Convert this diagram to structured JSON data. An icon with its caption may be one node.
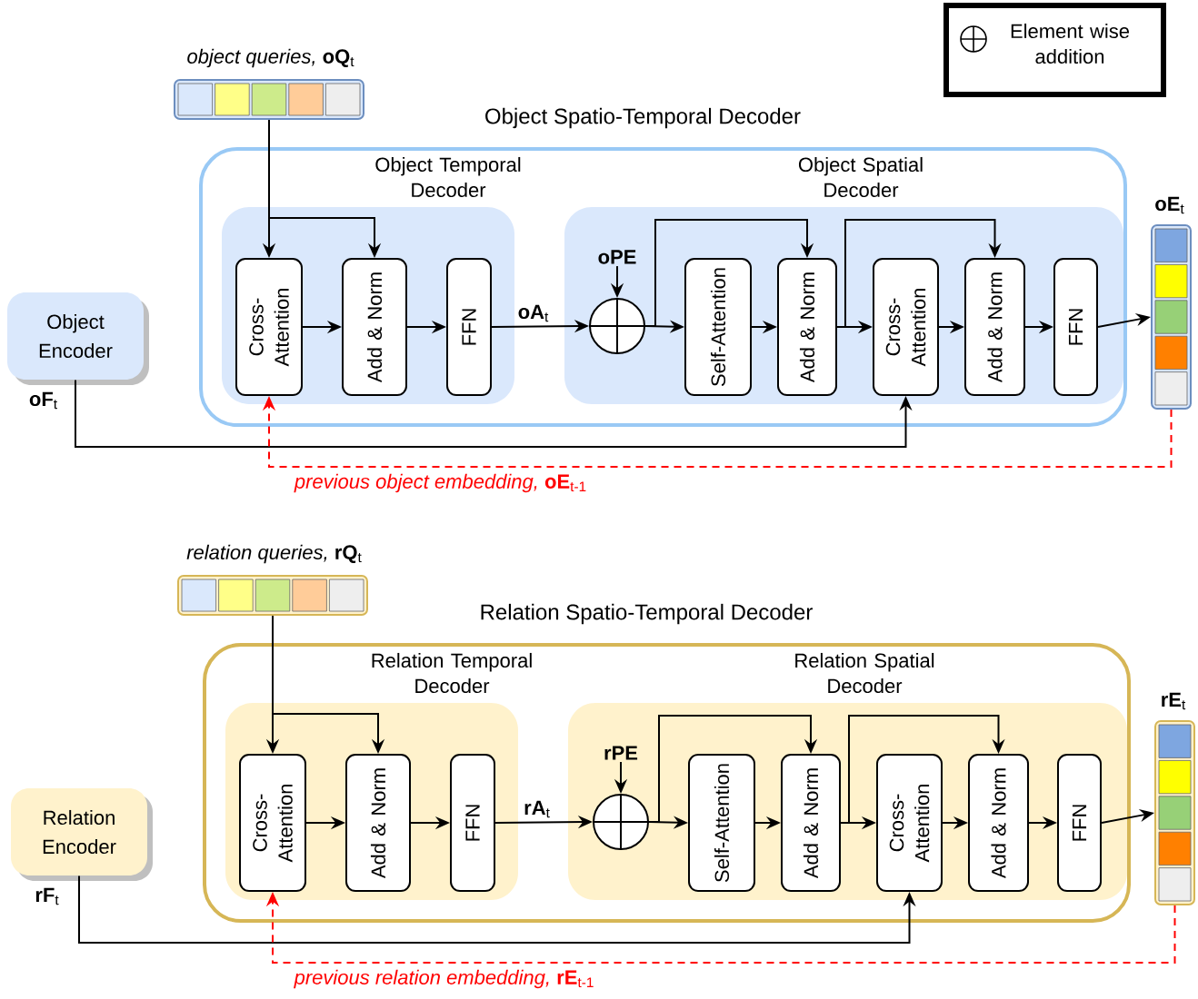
{
  "diagram": {
    "nodes": [
      {
        "text": [
          "Object Spatio-Temporal Decoder"
        ]
      },
      {
        "text": [
          "Object Temporal Decoder"
        ],
        "in": 0
      },
      {
        "text": [
          "Cross- Attention"
        ],
        "in": 1
      },
      {
        "text": [
          "Add & Norm"
        ],
        "in": 1
      },
      {
        "text": [
          "FFN"
        ],
        "in": 1
      },
      {
        "text": [
          "Object Spatial Decoder"
        ],
        "in": 0
      },
      {
        "text": [
          "oPE"
        ],
        "in": 5
      },
      {
        "text": [],
        "shape": "circle",
        "in": 5
      },
      {
        "text": [
          "Self-Attention"
        ],
        "in": 5
      },
      {
        "text": [
          "Add & Norm"
        ],
        "in": 5
      },
      {
        "text": [
          "Cross- Attention"
        ],
        "in": 5
      },
      {
        "text": [
          "Add & Norm"
        ],
        "in": 5
      },
      {
        "text": [
          "FFN"
        ],
        "in": 5
      },
      {
        "text": [
          "*object queries,* **oQ**$_{t}$"
        ]
      },
      {
        "text": [
          "**oE**$_{t}$"
        ]
      },
      {
        "text": [
          "Object Encoder"
        ]
      },
      {
        "text": [
          "Relation Spatio-Temporal Decoder"
        ]
      },
      {
        "text": [
          "Relation Temporal Decoder"
        ],
        "in": 16
      },
      {
        "text": [
          "Cross- Attention"
        ],
        "in": 17
      },
      {
        "text": [
          "Add & Norm"
        ],
        "in": 17
      },
      {
        "text": [
          "FFN"
        ],
        "in": 17
      },
      {
        "text": [
          "Relation Spatial Decoder"
        ],
        "in": 16
      },
      {
        "text": [
          "rPE"
        ],
        "in": 21
      },
      {
        "text": [],
        "shape": "circle",
        "in": 21
      },
      {
        "text": [
          "Self-Attention"
        ],
        "in": 21
      },
      {
        "text": [
          "Add & Norm"
        ],
        "in": 21
      },
      {
        "text": [
          "Cross- Attention"
        ],
        "in": 21
      },
      {
        "text": [
          "Add & Norm"
        ],
        "in": 21
      },
      {
        "text": [
          "FFN"
        ],
        "in": 21
      },
      {
        "text": [
          "*relation queries,* **rQ**$_{t}$"
        ]
      },
      {
        "text": [
          "**rE**$_{t}$"
        ]
      },
      {
        "text": [
          "Relation Encoder"
        ]
      }
    ],
    "edges": [
      {
        "from": 13,
        "to": 2,
        "arrow": "to"
      },
      {
        "from": 13,
        "to": 3,
        "arrow": "to"
      },
      {
        "from": 2,
        "to": 3,
        "arrow": "to"
      },
      {
        "from": 3,
        "to": 4,
        "arrow": "to"
      },
      {
        "from": 4,
        "to": 7,
        "arrow": "to",
        "label": "**oA**$_{t}$"
      },
      {
        "from": 6,
        "to": 7,
        "arrow": "to"
      },
      {
        "from": 7,
        "to": 8,
        "arrow": "to"
      },
      {
        "from": 7,
        "to": 9,
        "arrow": "to"
      },
      {
        "from": 8,
        "to": 9,
        "arrow": "to"
      },
      {
        "from": 9,
        "to": 10,
        "arrow": "to"
      },
      {
        "from": 9,
        "to": 11,
        "arrow": "to"
      },
      {
        "from": 10,
        "to": 11,
        "arrow": "to"
      },
      {
        "from": 11,
        "to": 12,
        "arrow": "to"
      },
      {
        "from": 12,
        "to": 14,
        "arrow": "to"
      },
      {
        "from": 15,
        "to": 10,
        "arrow": "to",
        "label": "**oF**$_{t}$"
      },
      {
        "from": 14,
        "to": 2,
        "arrow": "to",
        "style": "dashed",
        "color": "#ff0000",
        "label": "*previous object embedding,* **oE**$_{t-1}$"
      },
      {
        "from": 29,
        "to": 18,
        "arrow": "to"
      },
      {
        "from": 29,
        "to": 19,
        "arrow": "to"
      },
      {
        "from": 18,
        "to": 19,
        "arrow": "to"
      },
      {
        "from": 19,
        "to": 20,
        "arrow": "to"
      },
      {
        "from": 20,
        "to": 23,
        "arrow": "to",
        "label": "**rA**$_{t}$"
      },
      {
        "from": 22,
        "to": 23,
        "arrow": "to"
      },
      {
        "from": 23,
        "to": 24,
        "arrow": "to"
      },
      {
        "from": 23,
        "to": 25,
        "arrow": "to"
      },
      {
        "from": 24,
        "to": 25,
        "arrow": "to"
      },
      {
        "from": 25,
        "to": 26,
        "arrow": "to"
      },
      {
        "from": 25,
        "to": 27,
        "arrow": "to"
      },
      {
        "from": 26,
        "to": 27,
        "arrow": "to"
      },
      {
        "from": 27,
        "to": 28,
        "arrow": "to"
      },
      {
        "from": 28,
        "to": 30,
        "arrow": "to"
      },
      {
        "from": 31,
        "to": 26,
        "arrow": "to",
        "label": "**rF**$_{t}$"
      },
      {
        "from": 30,
        "to": 18,
        "arrow": "to",
        "style": "dashed",
        "color": "#ff0000",
        "label": "*previous relation embedding,* **rE**$_{t-1}$"
      }
    ],
    "legend": [
      {
        "text": "Element wise addition"
      }
    ]
  }
}
